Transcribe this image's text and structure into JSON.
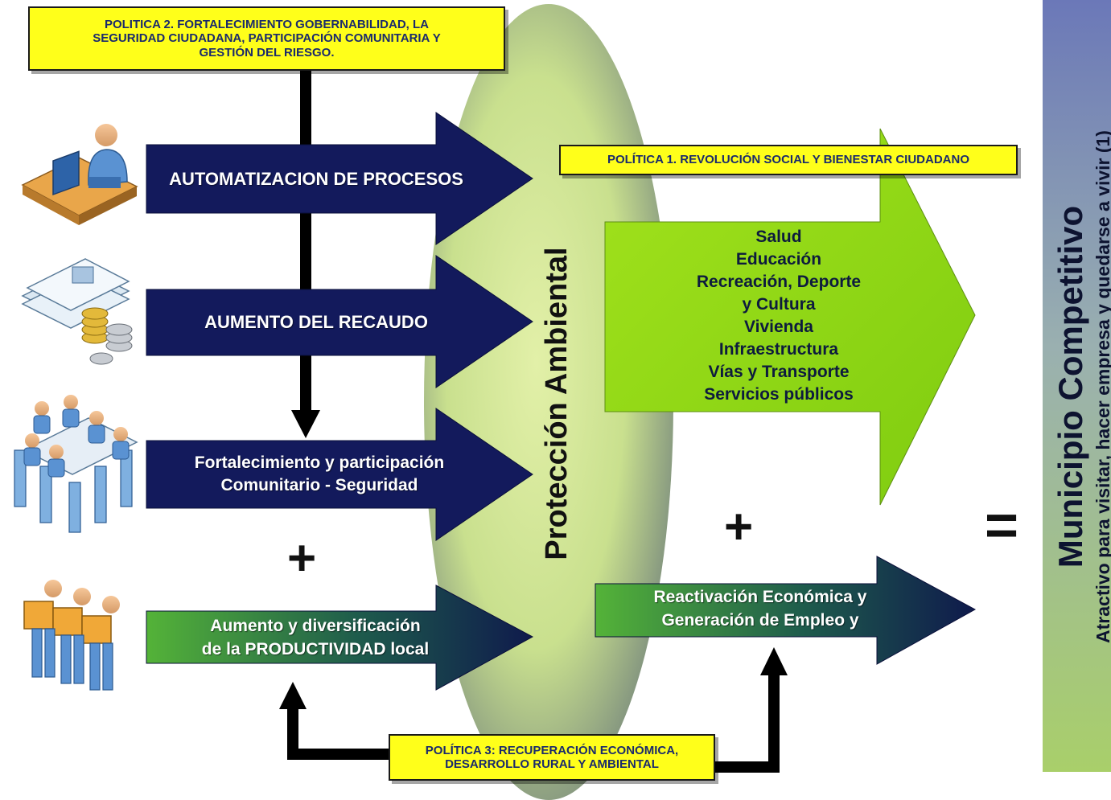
{
  "politica2": {
    "line1": "POLITICA 2. FORTALECIMIENTO GOBERNABILIDAD, LA",
    "line2": "SEGURIDAD CIUDADANA, PARTICIPACIÓN COMUNITARIA Y",
    "line3": "GESTIÓN DEL RIESGO."
  },
  "politica1": "POLÍTICA 1. REVOLUCIÓN SOCIAL Y BIENESTAR CIUDADANO",
  "politica3": {
    "line1": "POLÍTICA 3: RECUPERACIÓN ECONÓMICA,",
    "line2": "DESARROLLO RURAL Y AMBIENTAL"
  },
  "arrows": {
    "automatizacion": "AUTOMATIZACION DE PROCESOS",
    "recaudo": "AUMENTO DEL RECAUDO",
    "fortalecimiento_l1": "Fortalecimiento y participación",
    "fortalecimiento_l2": "Comunitario - Seguridad",
    "productividad_l1": "Aumento y diversificación",
    "productividad_l2": "de  la PRODUCTIVIDAD local",
    "reactivacion_l1": "Reactivación Económica y",
    "reactivacion_l2": "Generación de Empleo y"
  },
  "social_items": [
    "Salud",
    "Educación",
    "Recreación, Deporte",
    "y Cultura",
    "Vivienda",
    "Infraestructura",
    "Vías y Transporte",
    "Servicios públicos"
  ],
  "ellipse_label": "Protección Ambiental",
  "plus_sign": "+",
  "equals_sign": "=",
  "result": {
    "title": "Municipio Competitivo",
    "subtitle": "Atractivo para visitar, hacer empresa y  quedarse a vivir  (1)"
  },
  "icons": [
    "computer-user-icon",
    "documents-coins-icon",
    "meeting-table-icon",
    "workers-boxes-icon"
  ],
  "colors": {
    "navy": "#131a5c",
    "yellow": "#ffff1a",
    "green": "#8fd81e",
    "ellipse_green": "#d5ea9a",
    "result_bar_top": "#6b78b8",
    "result_bar_bottom": "#a9cf6a"
  }
}
